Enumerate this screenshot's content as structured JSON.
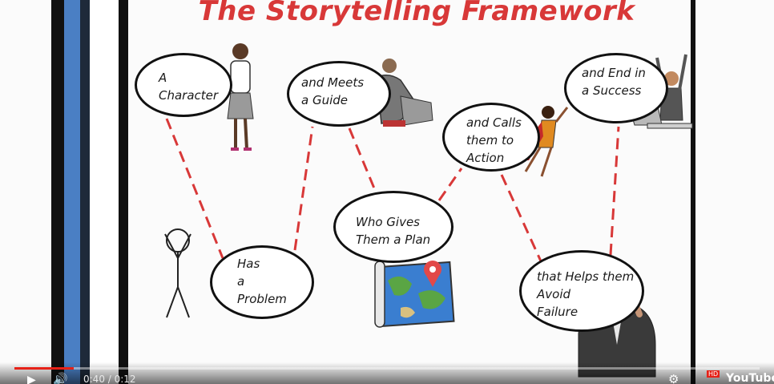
{
  "video": {
    "title": "The Storytelling Framework",
    "steps": [
      {
        "id": "character",
        "label": "A\nCharacter"
      },
      {
        "id": "guide",
        "label": "and Meets\na Guide"
      },
      {
        "id": "action",
        "label": "and Calls\nthem to\nAction"
      },
      {
        "id": "success",
        "label": "and End in\na Success"
      },
      {
        "id": "problem",
        "label": "Has\na\nProblem"
      },
      {
        "id": "plan",
        "label": "Who Gives\nThem a Plan"
      },
      {
        "id": "failure",
        "label": "that Helps them\nAvoid\nFailure"
      }
    ]
  },
  "player": {
    "time_display": "0:40 / 0:12",
    "progress_fraction": 0.08,
    "logo_text": "YouTube",
    "hd_badge": "HD",
    "play_icon": "play-icon",
    "volume_icon": "volume-icon",
    "settings_icon": "settings-icon"
  },
  "colors": {
    "title": "#d83838",
    "dashes": "#d83838",
    "progress": "#e62117",
    "side_strip": "#4a7fc4"
  }
}
